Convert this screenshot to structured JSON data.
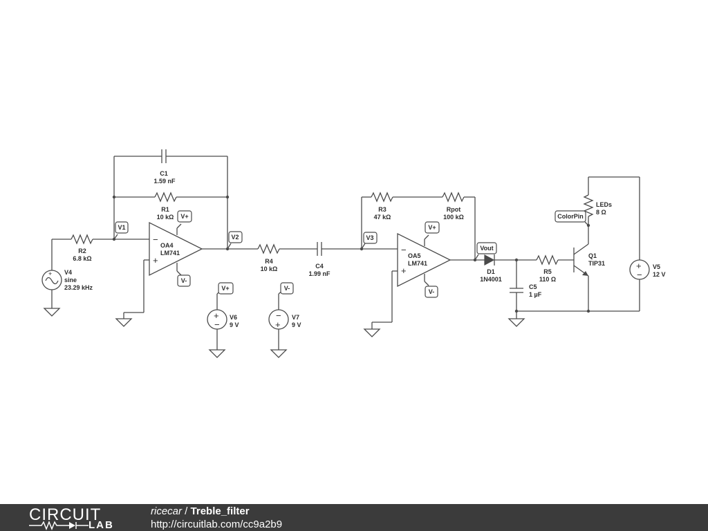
{
  "schematic": {
    "components": {
      "C1": {
        "name": "C1",
        "value": "1.59 nF"
      },
      "R1": {
        "name": "R1",
        "value": "10 kΩ"
      },
      "R2": {
        "name": "R2",
        "value": "6.8 kΩ"
      },
      "V4": {
        "name": "V4",
        "type": "sine",
        "value": "23.29 kHz"
      },
      "OA4": {
        "name": "OA4",
        "part": "LM741"
      },
      "R4": {
        "name": "R4",
        "value": "10 kΩ"
      },
      "C4": {
        "name": "C4",
        "value": "1.99 nF"
      },
      "V6": {
        "name": "V6",
        "value": "9 V"
      },
      "V7": {
        "name": "V7",
        "value": "9 V"
      },
      "R3": {
        "name": "R3",
        "value": "47 kΩ"
      },
      "Rpot": {
        "name": "Rpot",
        "value": "100 kΩ"
      },
      "OA5": {
        "name": "OA5",
        "part": "LM741"
      },
      "D1": {
        "name": "D1",
        "part": "1N4001"
      },
      "C5": {
        "name": "C5",
        "value": "1 µF"
      },
      "R5": {
        "name": "R5",
        "value": "110 Ω"
      },
      "Q1": {
        "name": "Q1",
        "part": "TIP31"
      },
      "LEDs": {
        "name": "LEDs",
        "value": "8 Ω"
      },
      "V5": {
        "name": "V5",
        "value": "12 V"
      }
    },
    "net_labels": {
      "v1": "V1",
      "v2": "V2",
      "v3": "V3",
      "vout": "Vout",
      "colorpin": "ColorPin",
      "vplus": "V+",
      "vminus": "V-"
    },
    "signs": {
      "minus": "−",
      "plus": "+"
    }
  },
  "footer": {
    "logo_top": "CIRCUIT",
    "logo_bottom": "LAB",
    "author": "ricecar",
    "separator": " / ",
    "project": "Treble_filter",
    "url": "http://circuitlab.com/cc9a2b9"
  },
  "colors": {
    "wire": "#4a4a4a",
    "footer_bg": "#3b3b3b"
  }
}
